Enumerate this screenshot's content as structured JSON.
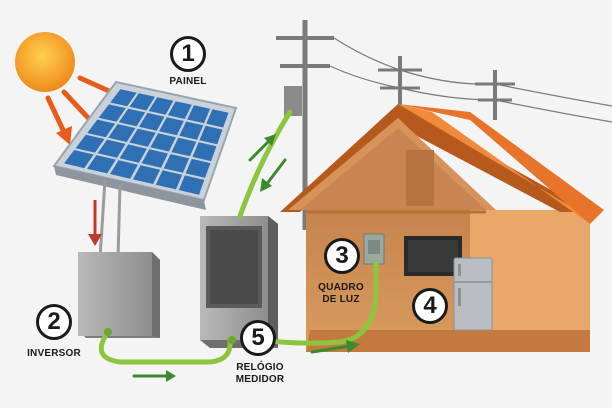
{
  "components": [
    {
      "number": "1",
      "label": "PAINEL"
    },
    {
      "number": "2",
      "label": "INVERSOR"
    },
    {
      "number": "3",
      "label_line1": "QUADRO",
      "label_line2": "DE LUZ"
    },
    {
      "number": "4"
    },
    {
      "number": "5",
      "label_line1": "RELÓGIO",
      "label_line2": "MEDIDOR"
    }
  ],
  "icons": [
    "sun-icon",
    "solar-panel-icon",
    "inverter-box-icon",
    "power-pole-icon",
    "house-icon",
    "breaker-panel-icon",
    "refrigerator-icon",
    "meter-cabinet-icon"
  ],
  "colors": {
    "sun": "#f5a623",
    "panel_cell": "#2f6fb3",
    "roof": "#e8742a",
    "wall": "#e9a86a",
    "interior": "#c98a55",
    "cable": "#8cc63f",
    "flow_arrow": "#3c8a2e",
    "sun_ray": "#e65c1a",
    "down_arrow": "#c0392b"
  }
}
